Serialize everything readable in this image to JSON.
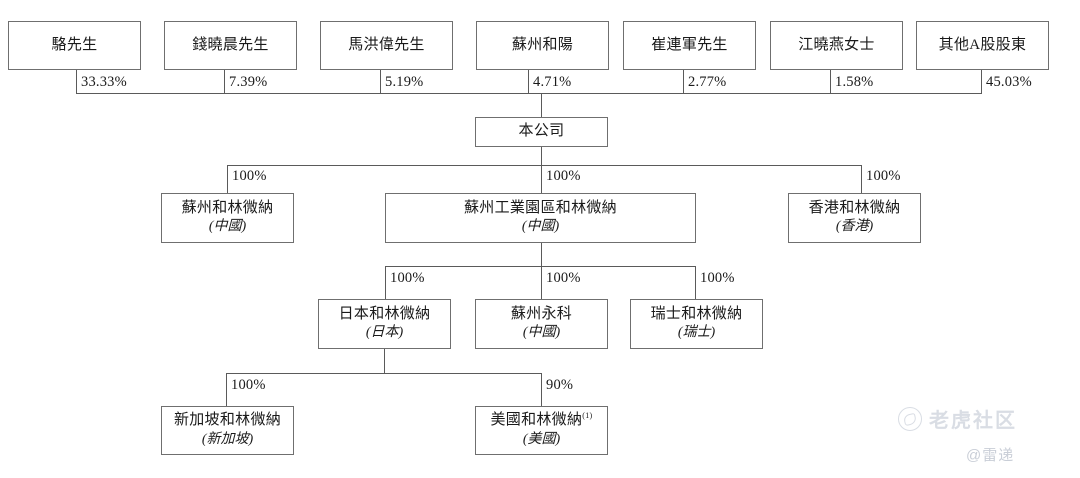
{
  "diagram": {
    "title": "Shareholding structure chart",
    "line_color": "#5a5a5a",
    "box_border_color": "#6f6f6f",
    "background": "#ffffff"
  },
  "shareholders": [
    {
      "name": "駱先生",
      "percent": "33.33%"
    },
    {
      "name": "錢曉晨先生",
      "percent": "7.39%"
    },
    {
      "name": "馬洪偉先生",
      "percent": "5.19%"
    },
    {
      "name": "蘇州和陽",
      "percent": "4.71%"
    },
    {
      "name": "崔連軍先生",
      "percent": "2.77%"
    },
    {
      "name": "江曉燕女士",
      "percent": "1.58%"
    },
    {
      "name": "其他A股股東",
      "percent": "45.03%"
    }
  ],
  "company": {
    "name": "本公司"
  },
  "level2": [
    {
      "name": "蘇州和林微納",
      "location": "(中國)",
      "percent": "100%"
    },
    {
      "name": "蘇州工業園區和林微納",
      "location": "(中國)",
      "percent": "100%"
    },
    {
      "name": "香港和林微納",
      "location": "(香港)",
      "percent": "100%"
    }
  ],
  "level3": [
    {
      "name": "日本和林微納",
      "location": "(日本)",
      "percent": "100%"
    },
    {
      "name": "蘇州永科",
      "location": "(中國)",
      "percent": "100%"
    },
    {
      "name": "瑞士和林微納",
      "location": "(瑞士)",
      "percent": "100%"
    }
  ],
  "level4": [
    {
      "name": "新加坡和林微納",
      "location": "(新加坡)",
      "percent": "100%",
      "footnote": ""
    },
    {
      "name": "美國和林微納",
      "location": "(美國)",
      "percent": "90%",
      "footnote": "(1)"
    }
  ],
  "watermark": {
    "primary": "老虎社区",
    "secondary": "@雷递"
  }
}
